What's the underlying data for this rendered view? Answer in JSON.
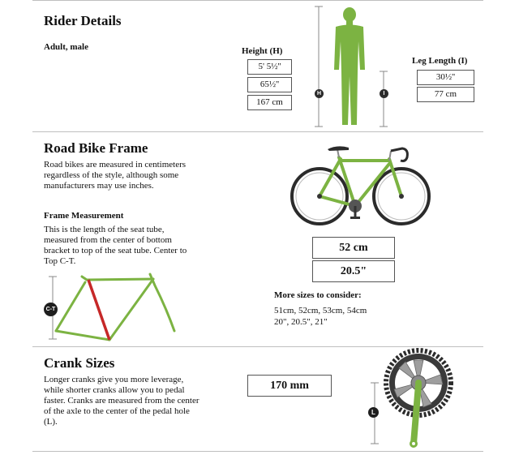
{
  "colors": {
    "green": "#7cb342",
    "red": "#c62828",
    "dark": "#2b2b2b",
    "separator": "#bfbfbf"
  },
  "rider": {
    "title": "Rider Details",
    "subtitle": "Adult, male",
    "height_label": "Height (H)",
    "height_values": [
      "5' 5½''",
      "65½''",
      "167 cm"
    ],
    "leg_label": "Leg Length (I)",
    "leg_values": [
      "30½''",
      "77 cm"
    ],
    "marker_h": "H",
    "marker_i": "I"
  },
  "frame": {
    "title": "Road Bike Frame",
    "description": "Road bikes are measured in centimeters regardless of the style, although some manufacturers may use inches.",
    "measure_title": "Frame Measurement",
    "measure_text": "This is the length of the seat tube, measured from the center of bottom bracket to top of the seat tube. Center to Top C-T.",
    "marker": "C-T",
    "size_cm": "52 cm",
    "size_in": "20.5\"",
    "more_title": "More sizes to consider:",
    "more_cm": "51cm, 52cm, 53cm, 54cm",
    "more_in": "20\", 20.5\", 21\""
  },
  "crank": {
    "title": "Crank Sizes",
    "text": "Longer cranks give you more leverage, while shorter cranks allow you to pedal faster. Cranks are measured from the center of the axle to the center of the pedal hole (L).",
    "value": "170 mm",
    "marker": "L"
  }
}
